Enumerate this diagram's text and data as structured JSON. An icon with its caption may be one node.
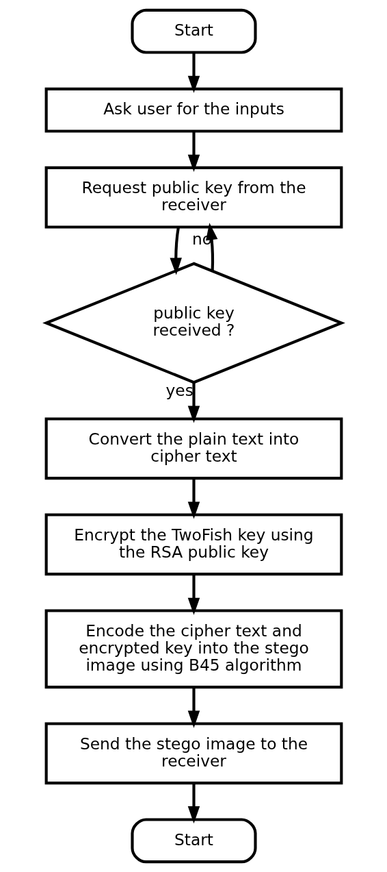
{
  "diagram": {
    "nodes": [
      {
        "text": [
          "Start"
        ]
      },
      {
        "text": [
          "Ask user for the inputs"
        ]
      },
      {
        "text": [
          "Request public key from the receiver"
        ]
      },
      {
        "text": [
          "public key received ?"
        ]
      },
      {
        "text": [
          "Convert the plain text into cipher text"
        ]
      },
      {
        "text": [
          "Encrypt the TwoFish key using the RSA public key"
        ]
      },
      {
        "text": [
          "Encode the cipher text and encrypted key into the stego image using B45 algorithm"
        ]
      },
      {
        "text": [
          "Send the stego image to the receiver"
        ]
      },
      {
        "text": [
          "Start"
        ]
      }
    ],
    "edges": [
      {
        "from": 0,
        "to": 1,
        "arrow": "to"
      },
      {
        "from": 1,
        "to": 2,
        "arrow": "to"
      },
      {
        "from": 2,
        "to": 3,
        "arrow": "to"
      },
      {
        "from": 3,
        "to": 2,
        "arrow": "to",
        "label": "no"
      },
      {
        "from": 3,
        "to": 4,
        "arrow": "to",
        "label": "yes"
      },
      {
        "from": 4,
        "to": 5,
        "arrow": "to"
      },
      {
        "from": 5,
        "to": 6,
        "arrow": "to"
      },
      {
        "from": 6,
        "to": 7,
        "arrow": "to"
      },
      {
        "from": 7,
        "to": 8,
        "arrow": "to"
      }
    ]
  }
}
